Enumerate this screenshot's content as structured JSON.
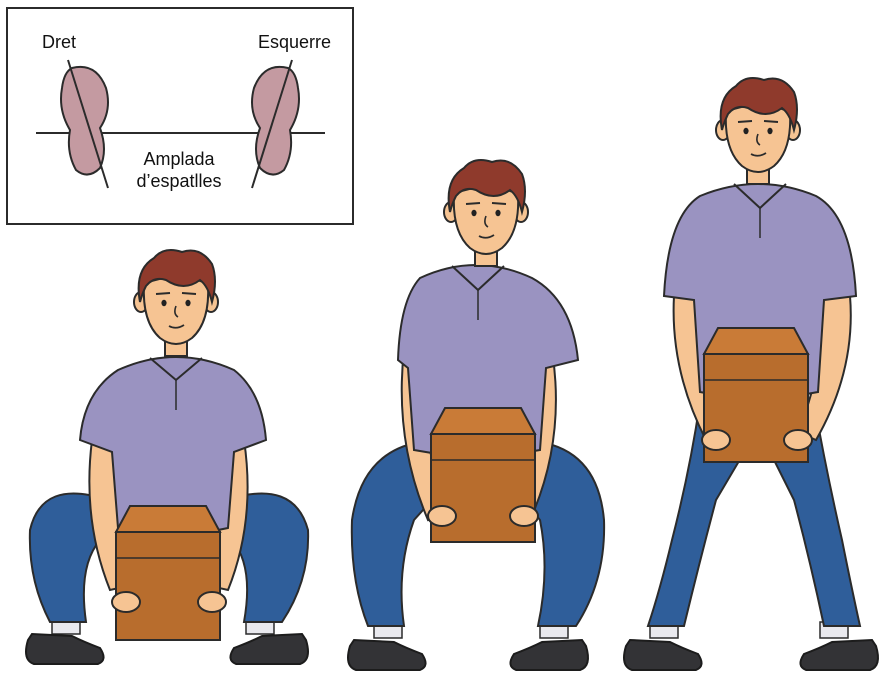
{
  "inset": {
    "label_left": "Dret",
    "label_right": "Esquerre",
    "shoulder_label_line1": "Amplada",
    "shoulder_label_line2": "d’espatlles"
  },
  "figures": [
    {
      "pose": "deep-squat"
    },
    {
      "pose": "half-squat"
    },
    {
      "pose": "standing"
    }
  ],
  "colors": {
    "hair": "#8f3a2c",
    "skin": "#f6c493",
    "shirt": "#9a93c1",
    "jeans": "#2f5e9a",
    "shoe": "#333336",
    "sock": "#e9e9ee",
    "box": "#b86d2d",
    "footprint": "#c49aa1",
    "outline": "#2b2b2b"
  }
}
